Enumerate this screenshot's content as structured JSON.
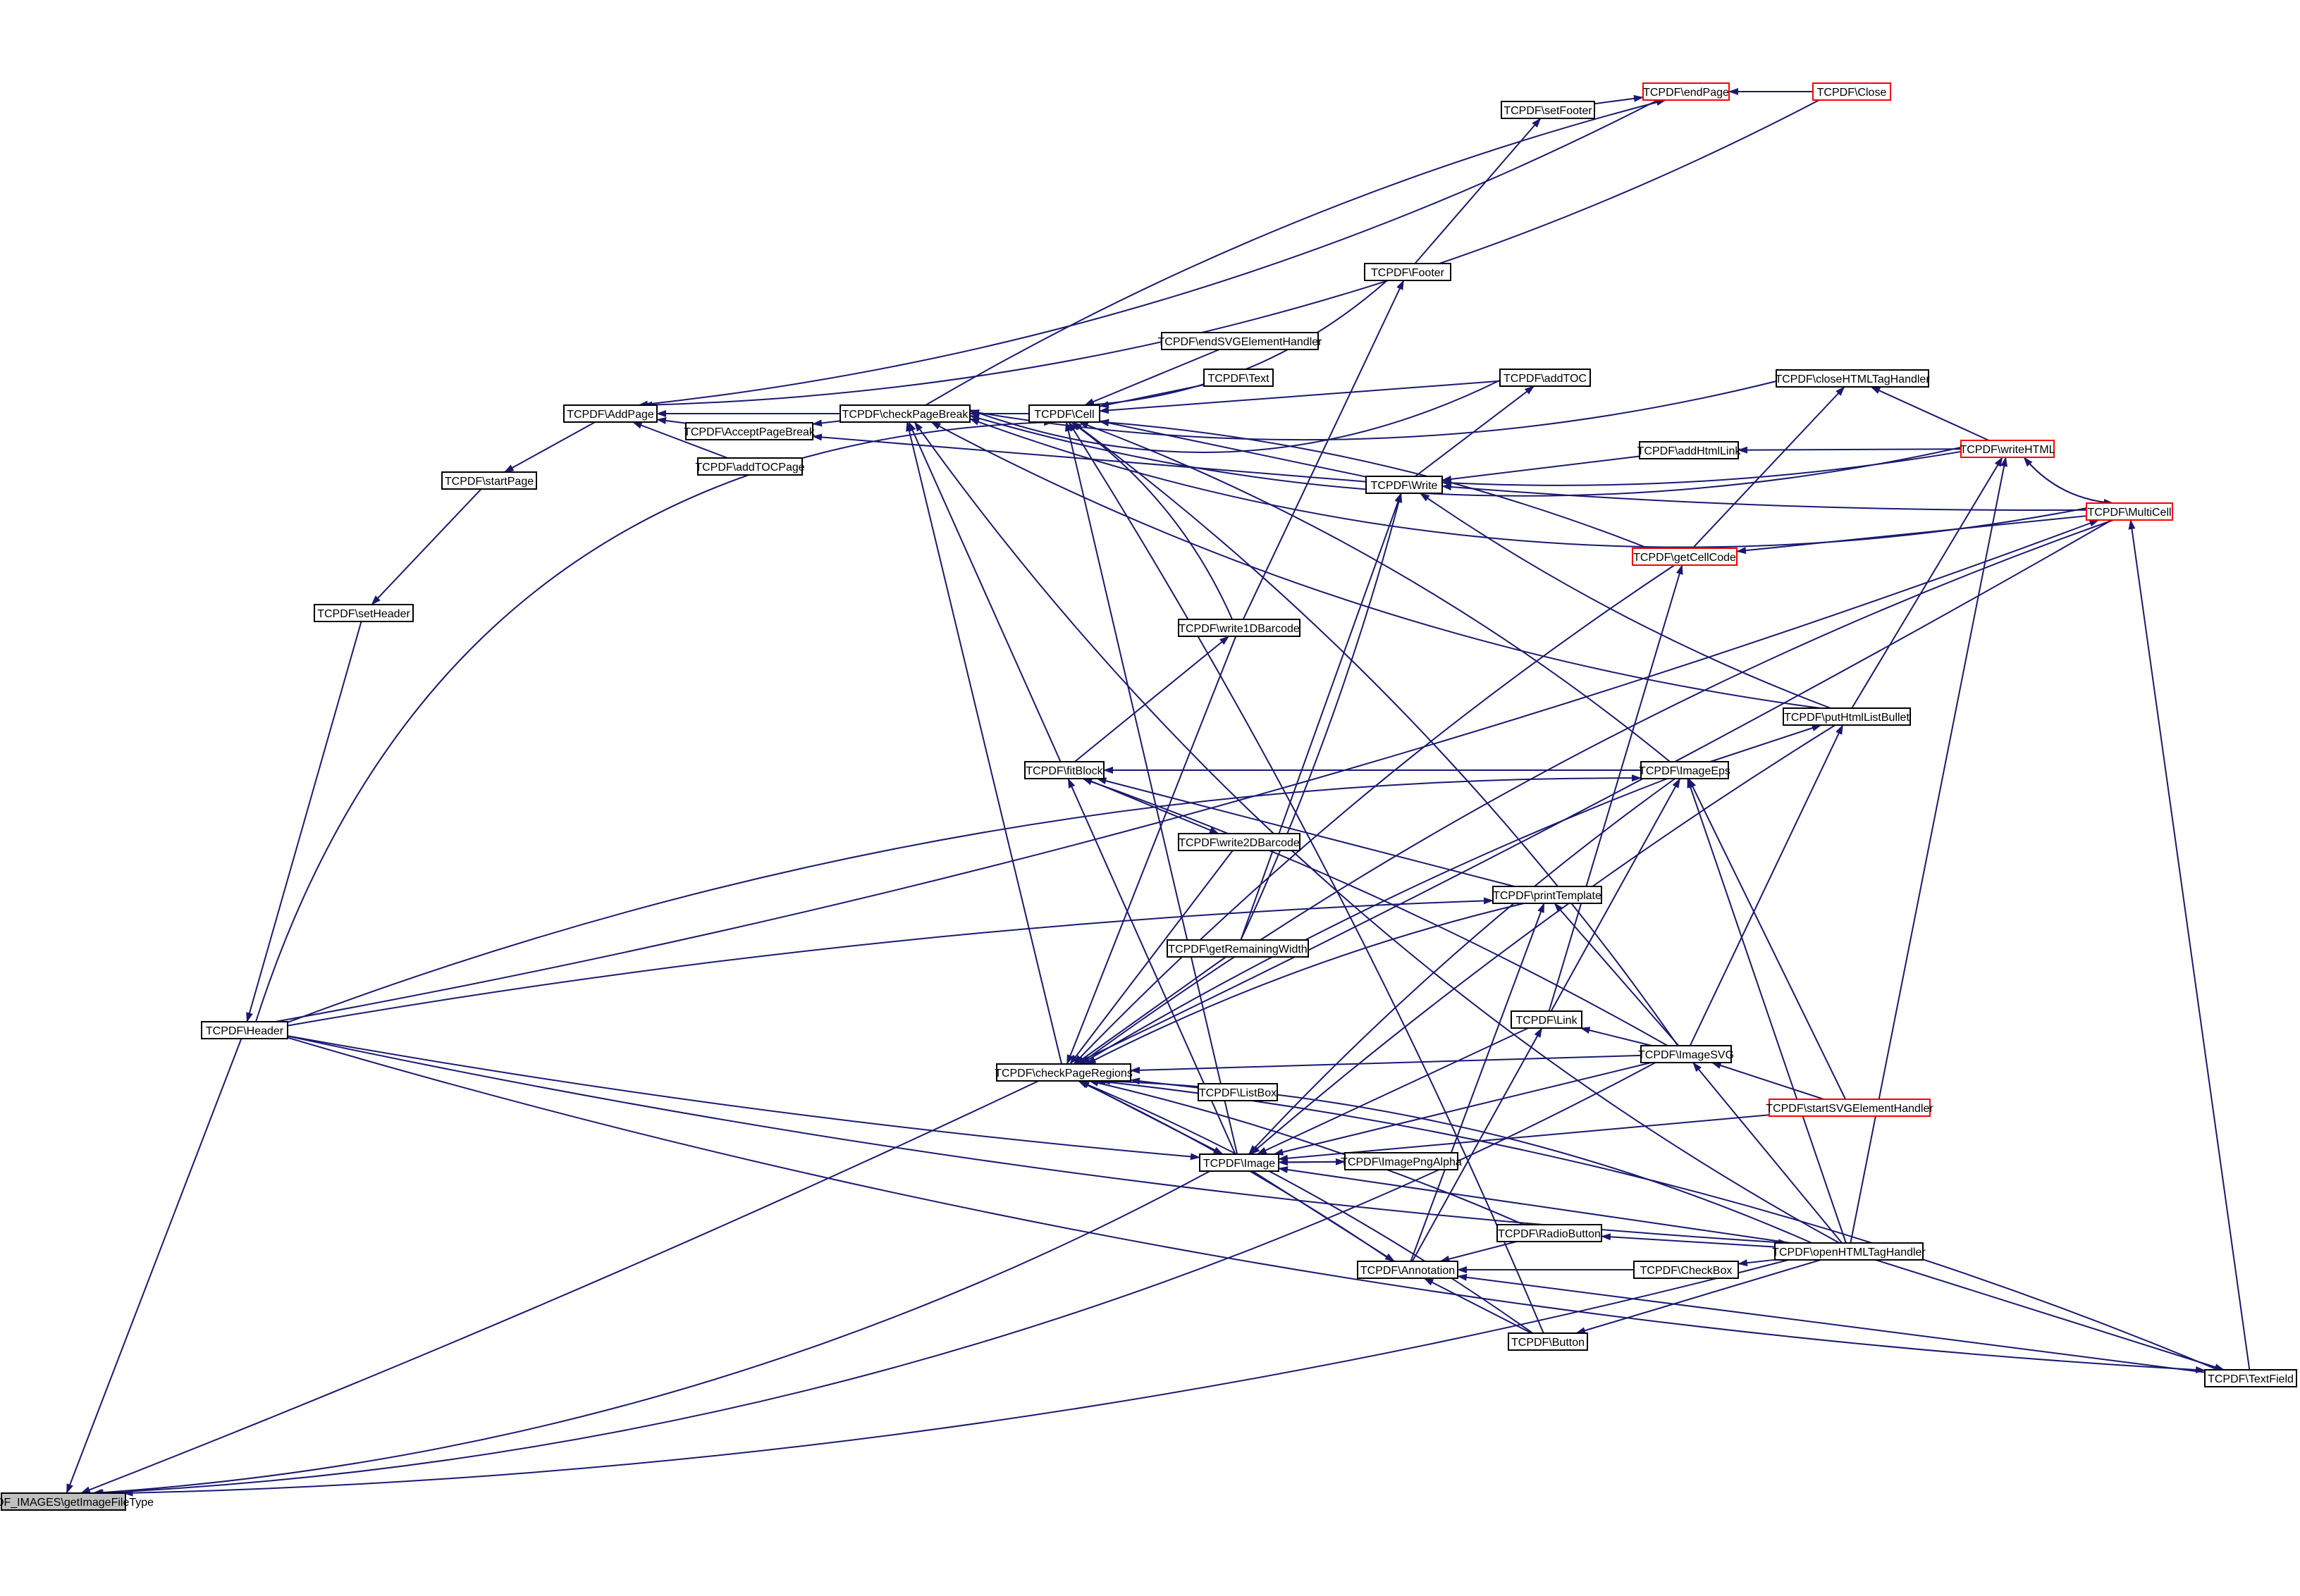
{
  "diagram": {
    "type": "call-graph",
    "colors": {
      "edge": "#191970",
      "node_border": "#000000",
      "node_border_truncated": "#ff0000",
      "root_fill": "#bfbfbf",
      "node_fill": "#ffffff"
    },
    "nodes": [
      {
        "id": "getImageFileType",
        "label": "TCPDF_IMAGES\\getImageFileType",
        "style": "root"
      },
      {
        "id": "Header",
        "label": "TCPDF\\Header",
        "style": "normal"
      },
      {
        "id": "setHeader",
        "label": "TCPDF\\setHeader",
        "style": "normal"
      },
      {
        "id": "startPage",
        "label": "TCPDF\\startPage",
        "style": "normal"
      },
      {
        "id": "AddPage",
        "label": "TCPDF\\AddPage",
        "style": "normal"
      },
      {
        "id": "AcceptPageBreak",
        "label": "TCPDF\\AcceptPageBreak",
        "style": "normal"
      },
      {
        "id": "addTOCPage",
        "label": "TCPDF\\addTOCPage",
        "style": "normal"
      },
      {
        "id": "checkPageBreak",
        "label": "TCPDF\\checkPageBreak",
        "style": "normal"
      },
      {
        "id": "Cell",
        "label": "TCPDF\\Cell",
        "style": "normal"
      },
      {
        "id": "endSVGElementHandler",
        "label": "TCPDF\\endSVGElementHandler",
        "style": "normal"
      },
      {
        "id": "Text",
        "label": "TCPDF\\Text",
        "style": "normal"
      },
      {
        "id": "Footer",
        "label": "TCPDF\\Footer",
        "style": "normal"
      },
      {
        "id": "setFooter",
        "label": "TCPDF\\setFooter",
        "style": "normal"
      },
      {
        "id": "endPage",
        "label": "TCPDF\\endPage",
        "style": "truncated"
      },
      {
        "id": "Close",
        "label": "TCPDF\\Close",
        "style": "truncated"
      },
      {
        "id": "addTOC",
        "label": "TCPDF\\addTOC",
        "style": "normal"
      },
      {
        "id": "Write",
        "label": "TCPDF\\Write",
        "style": "normal"
      },
      {
        "id": "addHtmlLink",
        "label": "TCPDF\\addHtmlLink",
        "style": "normal"
      },
      {
        "id": "closeHTMLTagHandler",
        "label": "TCPDF\\closeHTMLTagHandler",
        "style": "normal"
      },
      {
        "id": "writeHTML",
        "label": "TCPDF\\writeHTML",
        "style": "truncated"
      },
      {
        "id": "MultiCell",
        "label": "TCPDF\\MultiCell",
        "style": "truncated"
      },
      {
        "id": "getCellCode",
        "label": "TCPDF\\getCellCode",
        "style": "truncated"
      },
      {
        "id": "write1DBarcode",
        "label": "TCPDF\\write1DBarcode",
        "style": "normal"
      },
      {
        "id": "putHtmlListBullet",
        "label": "TCPDF\\putHtmlListBullet",
        "style": "normal"
      },
      {
        "id": "fitBlock",
        "label": "TCPDF\\fitBlock",
        "style": "normal"
      },
      {
        "id": "ImageEps",
        "label": "TCPDF\\ImageEps",
        "style": "normal"
      },
      {
        "id": "write2DBarcode",
        "label": "TCPDF\\write2DBarcode",
        "style": "normal"
      },
      {
        "id": "printTemplate",
        "label": "TCPDF\\printTemplate",
        "style": "normal"
      },
      {
        "id": "getRemainingWidth",
        "label": "TCPDF\\getRemainingWidth",
        "style": "normal"
      },
      {
        "id": "Link",
        "label": "TCPDF\\Link",
        "style": "normal"
      },
      {
        "id": "ImageSVG",
        "label": "TCPDF\\ImageSVG",
        "style": "normal"
      },
      {
        "id": "checkPageRegions",
        "label": "TCPDF\\checkPageRegions",
        "style": "normal"
      },
      {
        "id": "ListBox",
        "label": "TCPDF\\ListBox",
        "style": "normal"
      },
      {
        "id": "startSVGElementHandler",
        "label": "TCPDF\\startSVGElementHandler",
        "style": "truncated"
      },
      {
        "id": "ImagePngAlpha",
        "label": "TCPDF\\ImagePngAlpha",
        "style": "normal"
      },
      {
        "id": "Image",
        "label": "TCPDF\\Image",
        "style": "normal"
      },
      {
        "id": "RadioButton",
        "label": "TCPDF\\RadioButton",
        "style": "normal"
      },
      {
        "id": "Annotation",
        "label": "TCPDF\\Annotation",
        "style": "normal"
      },
      {
        "id": "CheckBox",
        "label": "TCPDF\\CheckBox",
        "style": "normal"
      },
      {
        "id": "openHTMLTagHandler",
        "label": "TCPDF\\openHTMLTagHandler",
        "style": "normal"
      },
      {
        "id": "Button",
        "label": "TCPDF\\Button",
        "style": "normal"
      },
      {
        "id": "TextField",
        "label": "TCPDF\\TextField",
        "style": "normal"
      }
    ]
  }
}
